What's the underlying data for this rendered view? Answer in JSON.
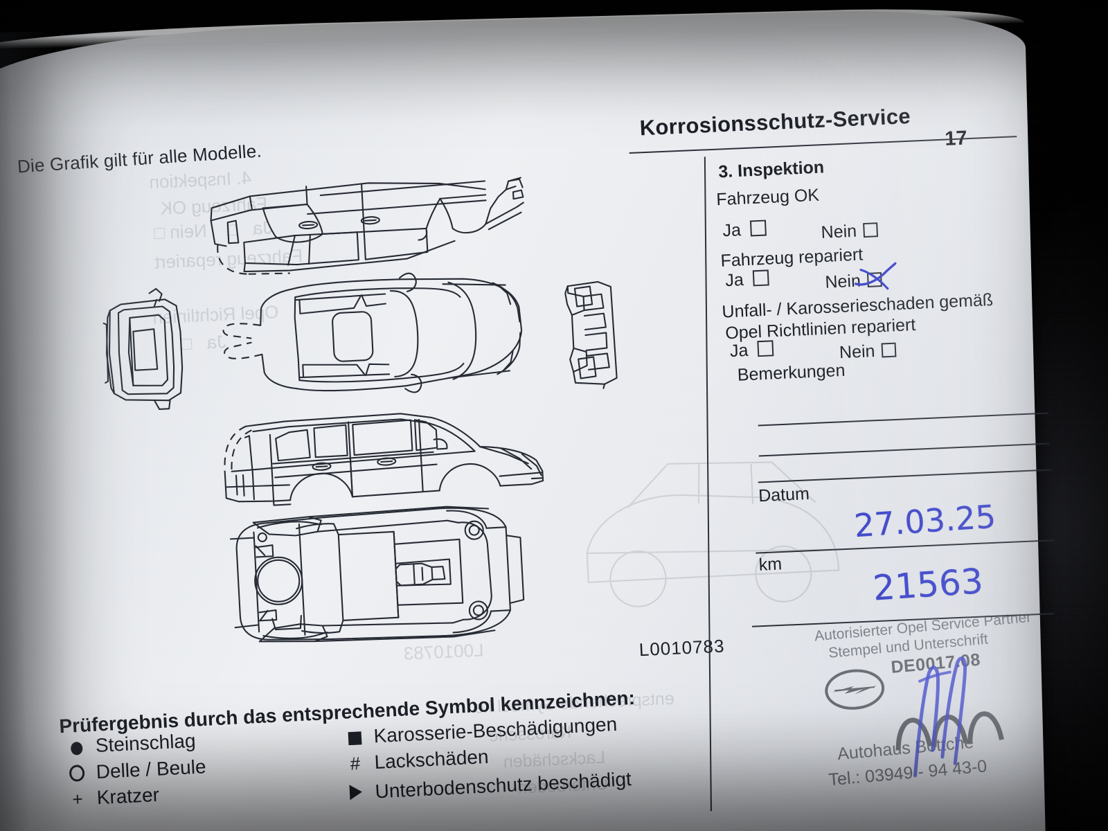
{
  "document": {
    "type": "service-booklet-page",
    "page_number": "17",
    "header_title": "Korrosionsschutz-Service",
    "graphic_caption": "Die Grafik gilt für alle Modelle.",
    "drawing_code": "L0010783"
  },
  "form": {
    "section_title": "3. Inspektion",
    "questions": [
      {
        "label": "Fahrzeug OK",
        "yes_label": "Ja",
        "no_label": "Nein",
        "yes_checked": false,
        "no_checked": false
      },
      {
        "label": "Fahrzeug repariert",
        "yes_label": "Ja",
        "no_label": "Nein",
        "yes_checked": false,
        "no_checked": true
      },
      {
        "label_line1": "Unfall- / Karosserieschaden gemäß",
        "label_line2": "Opel Richtlinien repariert",
        "yes_label": "Ja",
        "no_label": "Nein",
        "yes_checked": false,
        "no_checked": false
      }
    ],
    "remarks_label": "Bemerkungen",
    "remarks_value": "",
    "date_label": "Datum",
    "date_value": "27.03.25",
    "km_label": "km",
    "km_value": "21563",
    "ink_color": "#3a43c8"
  },
  "stamp": {
    "line1": "Autorisierter Opel Service Partner",
    "line2": "Stempel und Unterschrift",
    "dealer_code": "DE0017.08",
    "dealer_name": "Autohaus Böttche",
    "phone": "Tel.: 03949 - 94 43-0",
    "logo_name": "opel-blitz-logo"
  },
  "legend": {
    "title": "Prüfergebnis durch das entsprechende Symbol kennzeichnen:",
    "left_items": [
      {
        "symbol": "filled-circle",
        "label": "Steinschlag"
      },
      {
        "symbol": "hollow-circle",
        "label": "Delle / Beule"
      },
      {
        "symbol": "plus",
        "label": "Kratzer",
        "glyph": "+"
      }
    ],
    "right_items": [
      {
        "symbol": "filled-square",
        "label": "Karosserie-Beschädigungen"
      },
      {
        "symbol": "hash",
        "label": "Lackschäden",
        "glyph": "#"
      },
      {
        "symbol": "filled-triangle",
        "label": "Unterbodenschutz beschädigt"
      }
    ]
  },
  "diagrams": [
    {
      "name": "rocker-panel-side-view"
    },
    {
      "name": "vehicle-rear-view"
    },
    {
      "name": "vehicle-top-view"
    },
    {
      "name": "front-bumper-view"
    },
    {
      "name": "vehicle-side-view-estate"
    },
    {
      "name": "vehicle-underbody-view"
    }
  ],
  "colors": {
    "paper": "#e9ebef",
    "ink": "#252932",
    "handwriting": "#3a43c8",
    "background": "#000000"
  }
}
